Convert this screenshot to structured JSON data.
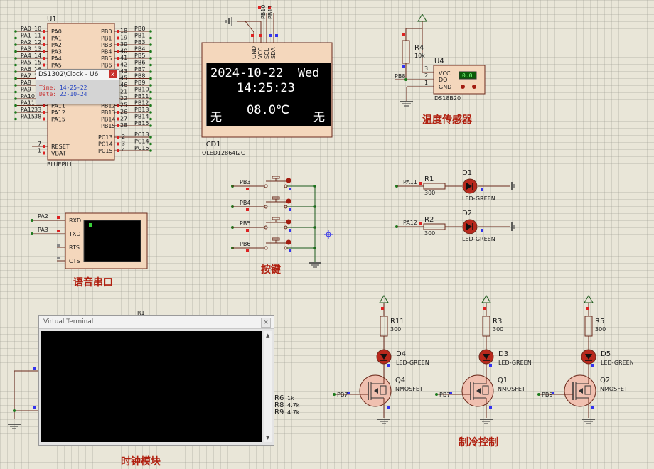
{
  "mcu": {
    "ref": "U1",
    "part": "BLUEPILL",
    "left_pins": [
      {
        "net": "PA0",
        "num": "10",
        "pin": "PA0"
      },
      {
        "net": "PA1",
        "num": "11",
        "pin": "PA1"
      },
      {
        "net": "PA2",
        "num": "12",
        "pin": "PA2"
      },
      {
        "net": "PA3",
        "num": "13",
        "pin": "PA3"
      },
      {
        "net": "PA4",
        "num": "14",
        "pin": "PA4"
      },
      {
        "net": "PA5",
        "num": "15",
        "pin": "PA5"
      },
      {
        "net": "PA6",
        "num": "16",
        "pin": "PA6"
      },
      {
        "net": "PA7",
        "num": "17",
        "pin": "PA7"
      },
      {
        "net": "PA8",
        "num": "",
        "pin": "PA8"
      },
      {
        "net": "PA9",
        "num": "",
        "pin": "PA9"
      },
      {
        "net": "PA10",
        "num": "",
        "pin": "PA10"
      },
      {
        "net": "PA11",
        "num": "",
        "pin": "PA11"
      },
      {
        "net": "PA12",
        "num": "33",
        "pin": "PA12"
      },
      {
        "net": "PA15",
        "num": "38",
        "pin": "PA15"
      }
    ],
    "right_pins": [
      {
        "net": "PB0",
        "num": "18",
        "pin": "PB0"
      },
      {
        "net": "PB1",
        "num": "19",
        "pin": "PB1"
      },
      {
        "net": "PB3",
        "num": "39",
        "pin": "PB3"
      },
      {
        "net": "PB4",
        "num": "40",
        "pin": "PB4"
      },
      {
        "net": "PB5",
        "num": "41",
        "pin": "PB5"
      },
      {
        "net": "PB6",
        "num": "42",
        "pin": "PB6"
      },
      {
        "net": "PB7",
        "num": "43",
        "pin": "PB7"
      },
      {
        "net": "PB8",
        "num": "45",
        "pin": "PB8"
      },
      {
        "net": "PB9",
        "num": "46",
        "pin": "PB9"
      },
      {
        "net": "PB10",
        "num": "21",
        "pin": "PB10"
      },
      {
        "net": "PB11",
        "num": "22",
        "pin": "PB11"
      },
      {
        "net": "PB12",
        "num": "25",
        "pin": "PB12"
      },
      {
        "net": "PB13",
        "num": "26",
        "pin": "PB13"
      },
      {
        "net": "PB14",
        "num": "27",
        "pin": "PB14"
      },
      {
        "net": "PB15",
        "num": "28",
        "pin": "PB15"
      }
    ],
    "pc_pins": [
      {
        "net": "PC13",
        "num": "2",
        "pin": "PC13"
      },
      {
        "net": "PC14",
        "num": "3",
        "pin": "PC14"
      },
      {
        "net": "PC15",
        "num": "4",
        "pin": "PC15"
      }
    ],
    "reset_pins": [
      {
        "num": "7",
        "pin": "RESET"
      },
      {
        "num": "1",
        "pin": "VBAT"
      }
    ]
  },
  "clock_popup": {
    "title": "DS1302\\Clock - U6",
    "close": "x",
    "time_label": "Time:",
    "time_value": "14-25-22",
    "date_label": "Date:",
    "date_value": "22-10-24"
  },
  "lcd": {
    "ref": "LCD1",
    "part": "OLED12864I2C",
    "pins": [
      "GND",
      "VCC",
      "SCL",
      "SDA"
    ],
    "net_pb10": "PB10",
    "net_pb11": "PB11",
    "line1": "2024-10-22  Wed",
    "line2": "14:25:23",
    "left_text": "无",
    "temp": "08.0℃",
    "right_text": "无"
  },
  "sensor": {
    "ref": "U4",
    "part": "DS18B20",
    "resistor_ref": "R4",
    "resistor_val": "10k",
    "net": "PB8",
    "pins": [
      "VCC",
      "DQ",
      "GND"
    ],
    "pin_nums": [
      "3",
      "2",
      "1"
    ],
    "display": "0.0",
    "title": "温度传感器"
  },
  "leds_top": [
    {
      "net": "PA11",
      "r_ref": "R1",
      "r_val": "300",
      "d_ref": "D1",
      "d_part": "LED-GREEN"
    },
    {
      "net": "PA12",
      "r_ref": "R2",
      "r_val": "300",
      "d_ref": "D2",
      "d_part": "LED-GREEN"
    }
  ],
  "uart": {
    "nets": [
      "PA2",
      "PA3"
    ],
    "pins": [
      "RXD",
      "TXD",
      "RTS",
      "CTS"
    ],
    "title": "语音串口"
  },
  "keys": {
    "nets": [
      "PB3",
      "PB4",
      "PB5",
      "PB6"
    ],
    "title": "按键"
  },
  "terminal": {
    "title": "Virtual Terminal",
    "close": "×",
    "ref_behind": "R1"
  },
  "clock_module": {
    "title": "时钟模块",
    "resistors": [
      {
        "ref": "R6",
        "val": "1k"
      },
      {
        "ref": "R8",
        "val": "4.7k"
      },
      {
        "ref": "R9",
        "val": "4.7k"
      }
    ]
  },
  "cooling": {
    "title": "制冷控制",
    "channels": [
      {
        "r_ref": "R11",
        "r_val": "300",
        "d_ref": "D4",
        "d_part": "LED-GREEN",
        "q_ref": "Q4",
        "q_part": "NMOSFET",
        "net": "PB7"
      },
      {
        "r_ref": "R3",
        "r_val": "300",
        "d_ref": "D3",
        "d_part": "LED-GREEN",
        "q_ref": "Q1",
        "q_part": "NMOSFET",
        "net": "PB7"
      },
      {
        "r_ref": "R5",
        "r_val": "300",
        "d_ref": "D5",
        "d_part": "LED-GREEN",
        "q_ref": "Q2",
        "q_part": "NMOSFET",
        "net": "PB9"
      }
    ]
  }
}
